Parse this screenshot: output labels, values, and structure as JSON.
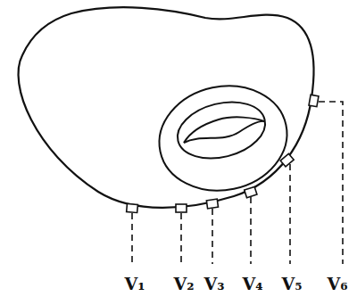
{
  "diagram": {
    "labels": [
      "V₁",
      "V₂",
      "V₃",
      "V₄",
      "V₅",
      "V₆"
    ]
  }
}
